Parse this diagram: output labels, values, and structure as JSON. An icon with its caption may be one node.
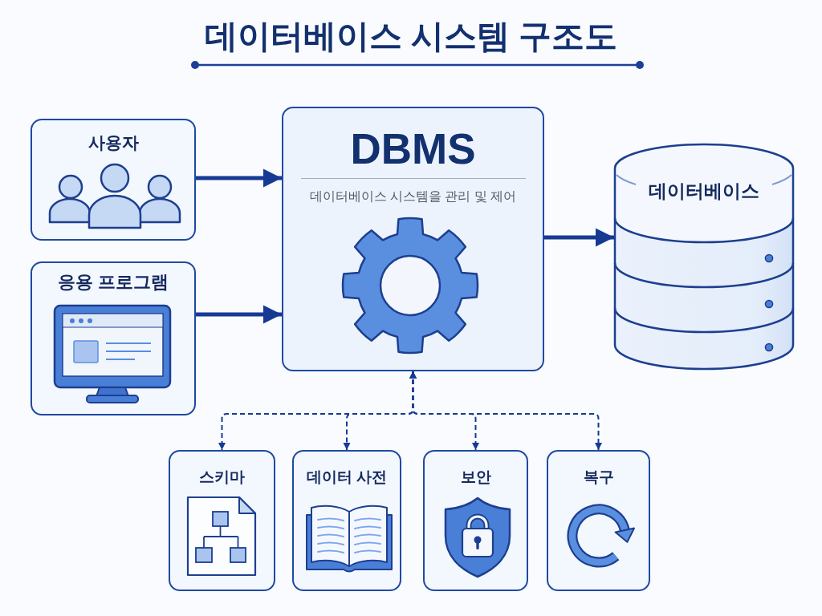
{
  "diagram": {
    "title": "데이터베이스 시스템 구조도",
    "nodes": [
      {
        "text": [
          "사용자"
        ]
      },
      {
        "text": [
          "응용 프로그램"
        ]
      },
      {
        "text": [
          "DBMS",
          "데이터베이스 시스템을 관리 및 제어"
        ]
      },
      {
        "text": [
          "데이터베이스"
        ]
      },
      {
        "text": [
          "스키마"
        ]
      },
      {
        "text": [
          "데이터 사전"
        ]
      },
      {
        "text": [
          "보안"
        ]
      },
      {
        "text": [
          "복구"
        ]
      }
    ],
    "edges": [
      {
        "from": 0,
        "to": 2,
        "arrow": "to",
        "style": "thick"
      },
      {
        "from": 1,
        "to": 2,
        "arrow": "to",
        "style": "thick"
      },
      {
        "from": 2,
        "to": 3,
        "arrow": "to",
        "style": "thick"
      },
      {
        "from": 2,
        "to": 4,
        "arrow": "both",
        "style": "dashed"
      },
      {
        "from": 2,
        "to": 5,
        "arrow": "both",
        "style": "dashed"
      },
      {
        "from": 2,
        "to": 6,
        "arrow": "both",
        "style": "dashed"
      },
      {
        "from": 2,
        "to": 7,
        "arrow": "both",
        "style": "dashed"
      }
    ]
  }
}
